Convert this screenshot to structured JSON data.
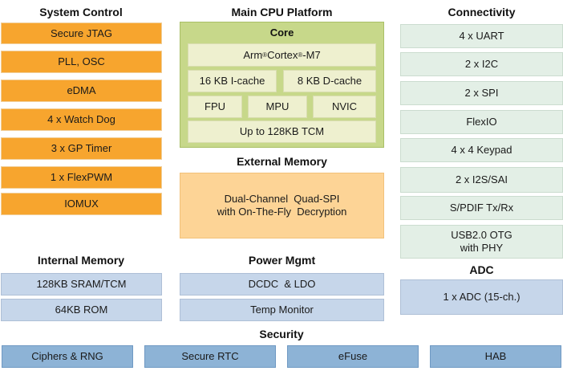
{
  "system_control": {
    "title": "System Control",
    "items": [
      "Secure JTAG",
      "PLL, OSC",
      "eDMA",
      "4 x Watch Dog",
      "3 x GP Timer",
      "1 x FlexPWM",
      "IOMUX"
    ]
  },
  "cpu": {
    "title": "Main CPU Platform",
    "core_title": "Core",
    "cpu_name": {
      "a": "Arm",
      "reg": "®",
      "b": " Cortex",
      "c": "-M7"
    },
    "icache": "16 KB I-cache",
    "dcache": "8 KB D-cache",
    "fpu": "FPU",
    "mpu": "MPU",
    "nvic": "NVIC",
    "tcm": "Up to 128KB TCM"
  },
  "external_memory": {
    "title": "External Memory",
    "line1": "Dual-Channel  Quad-SPI",
    "line2": "with On-The-Fly  Decryption"
  },
  "connectivity": {
    "title": "Connectivity",
    "items": [
      "4 x UART",
      "2 x I2C",
      "2 x SPI",
      "FlexIO",
      "4 x 4 Keypad",
      "2 x I2S/SAI",
      "S/PDIF Tx/Rx"
    ],
    "usb_line1": "USB2.0 OTG",
    "usb_line2": "with PHY"
  },
  "adc": {
    "title": "ADC",
    "item": "1 x ADC (15-ch.)"
  },
  "internal_memory": {
    "title": "Internal Memory",
    "items": [
      "128KB SRAM/TCM",
      "64KB ROM"
    ]
  },
  "power": {
    "title": "Power Mgmt",
    "items": [
      "DCDC  & LDO",
      "Temp Monitor"
    ]
  },
  "security": {
    "title": "Security",
    "items": [
      "Ciphers & RNG",
      "Secure RTC",
      "eFuse",
      "HAB"
    ]
  }
}
